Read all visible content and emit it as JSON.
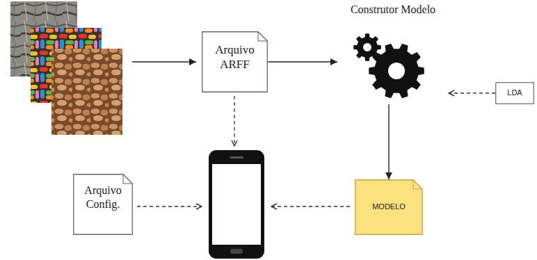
{
  "diagram": {
    "nodes": [
      {
        "text": [
          "Arquivo ARFF"
        ]
      },
      {
        "text": [
          "Construtor Modelo"
        ]
      },
      {
        "text": [
          "LDA"
        ]
      },
      {
        "text": [
          "MODELO"
        ]
      },
      {
        "text": [
          "Arquivo Config."
        ]
      }
    ],
    "edges": [
      {
        "from": 0,
        "to": 1,
        "arrow": "to"
      },
      {
        "from": 2,
        "to": 1,
        "arrow": "to"
      },
      {
        "from": 1,
        "to": 3,
        "arrow": "to"
      }
    ]
  }
}
